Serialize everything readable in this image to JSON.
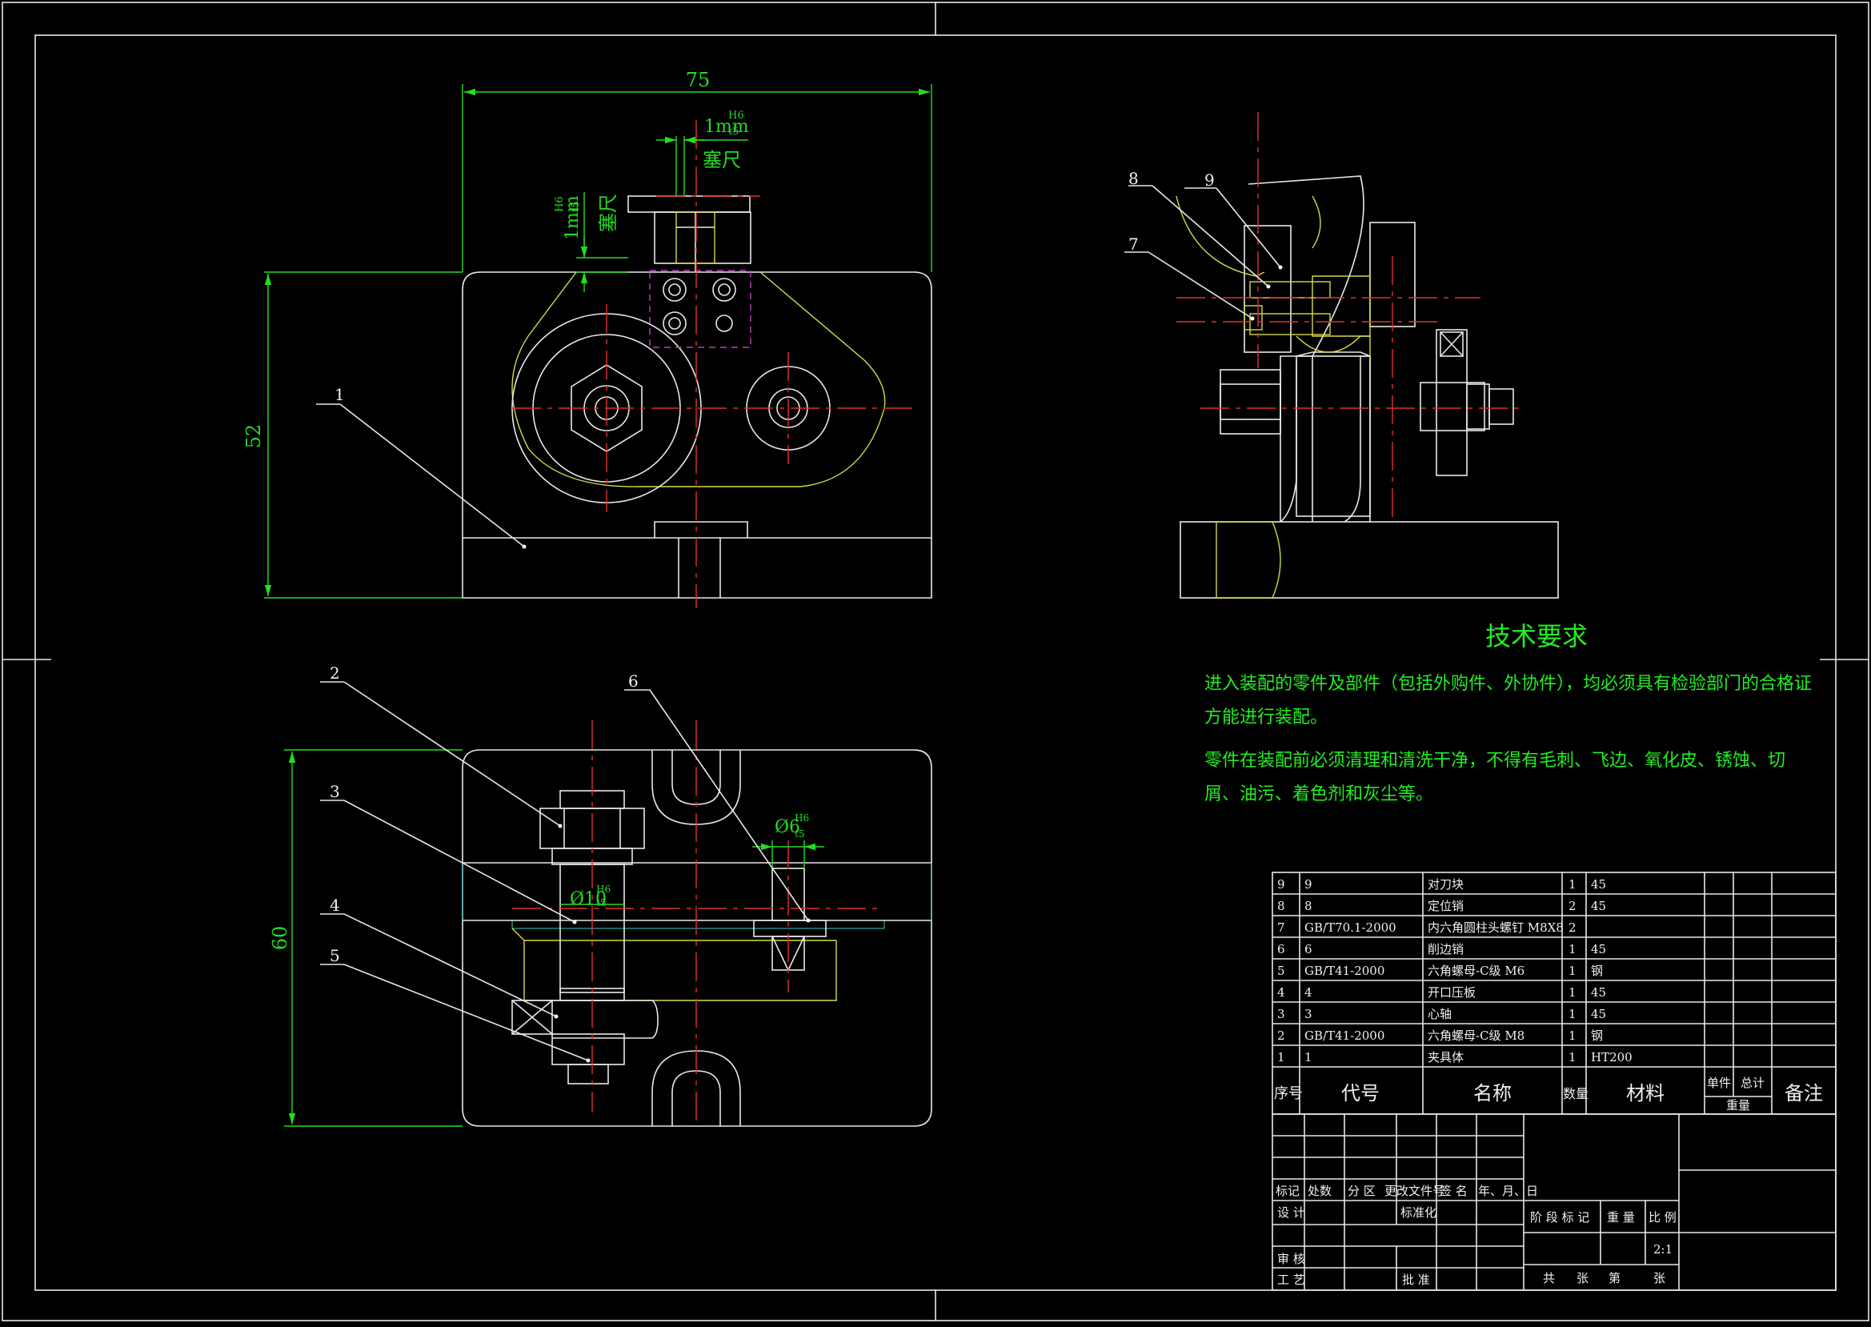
{
  "dimensions": {
    "width_75": "75",
    "height_52": "52",
    "height_60": "60",
    "gap_top": "1mm",
    "gap_top_tol_upper": "H6",
    "gap_top_tol_lower": "t5",
    "gap_side": "1mm",
    "gap_side_tol_upper": "H6",
    "gap_side_tol_lower": "t5",
    "feeler_top": "塞尺",
    "feeler_side": "塞尺",
    "dia10": "Ø10",
    "dia10_tol_upper": "H6",
    "dia10_tol_lower": "t5",
    "dia6": "Ø6",
    "dia6_tol_upper": "H6",
    "dia6_tol_lower": "t5"
  },
  "balloons": {
    "b1": "1",
    "b2": "2",
    "b3": "3",
    "b4": "4",
    "b5": "5",
    "b6": "6",
    "b7": "7",
    "b8": "8",
    "b9": "9"
  },
  "tech_requirements": {
    "title": "技术要求",
    "line1": "进入装配的零件及部件（包括外购件、外协件），均必须具有检验部门的合格证方能进行装配。",
    "line2": "零件在装配前必须清理和清洗干净，不得有毛刺、飞边、氧化皮、锈蚀、切屑、油污、着色剂和灰尘等。"
  },
  "bom": {
    "rows": [
      {
        "seq": "9",
        "code": "9",
        "name": "对刀块",
        "qty": "1",
        "material": "45"
      },
      {
        "seq": "8",
        "code": "8",
        "name": "定位销",
        "qty": "2",
        "material": "45"
      },
      {
        "seq": "7",
        "code": "GB/T70.1-2000",
        "name": "内六角圆柱头螺钉 M8X8",
        "qty": "2",
        "material": ""
      },
      {
        "seq": "6",
        "code": "6",
        "name": "削边销",
        "qty": "1",
        "material": "45"
      },
      {
        "seq": "5",
        "code": "GB/T41-2000",
        "name": "六角螺母-C级 M6",
        "qty": "1",
        "material": "钢"
      },
      {
        "seq": "4",
        "code": "4",
        "name": "开口压板",
        "qty": "1",
        "material": "45"
      },
      {
        "seq": "3",
        "code": "3",
        "name": "心轴",
        "qty": "1",
        "material": "45"
      },
      {
        "seq": "2",
        "code": "GB/T41-2000",
        "name": "六角螺母-C级 M8",
        "qty": "1",
        "material": "钢"
      },
      {
        "seq": "1",
        "code": "1",
        "name": "夹具体",
        "qty": "1",
        "material": "HT200"
      }
    ],
    "headers": {
      "seq": "序号",
      "code": "代号",
      "name": "名称",
      "qty": "数量",
      "material": "材料",
      "unit": "单件",
      "total": "总计",
      "weight": "重量",
      "remark": "备注"
    }
  },
  "title_block": {
    "mark": "标记",
    "count": "处数",
    "zone": "分 区",
    "change_doc": "更改文件号",
    "sign": "签 名",
    "date": "年、月、日",
    "design": "设 计",
    "standard": "标准化",
    "review": "审 核",
    "process": "工 艺",
    "approve": "批 准",
    "stage_mark": "阶 段 标 记",
    "weight": "重 量",
    "scale_label": "比 例",
    "scale": "2:1",
    "sheet_total": "共",
    "sheet_unit1": "张",
    "sheet_no": "第",
    "sheet_unit2": "张"
  }
}
